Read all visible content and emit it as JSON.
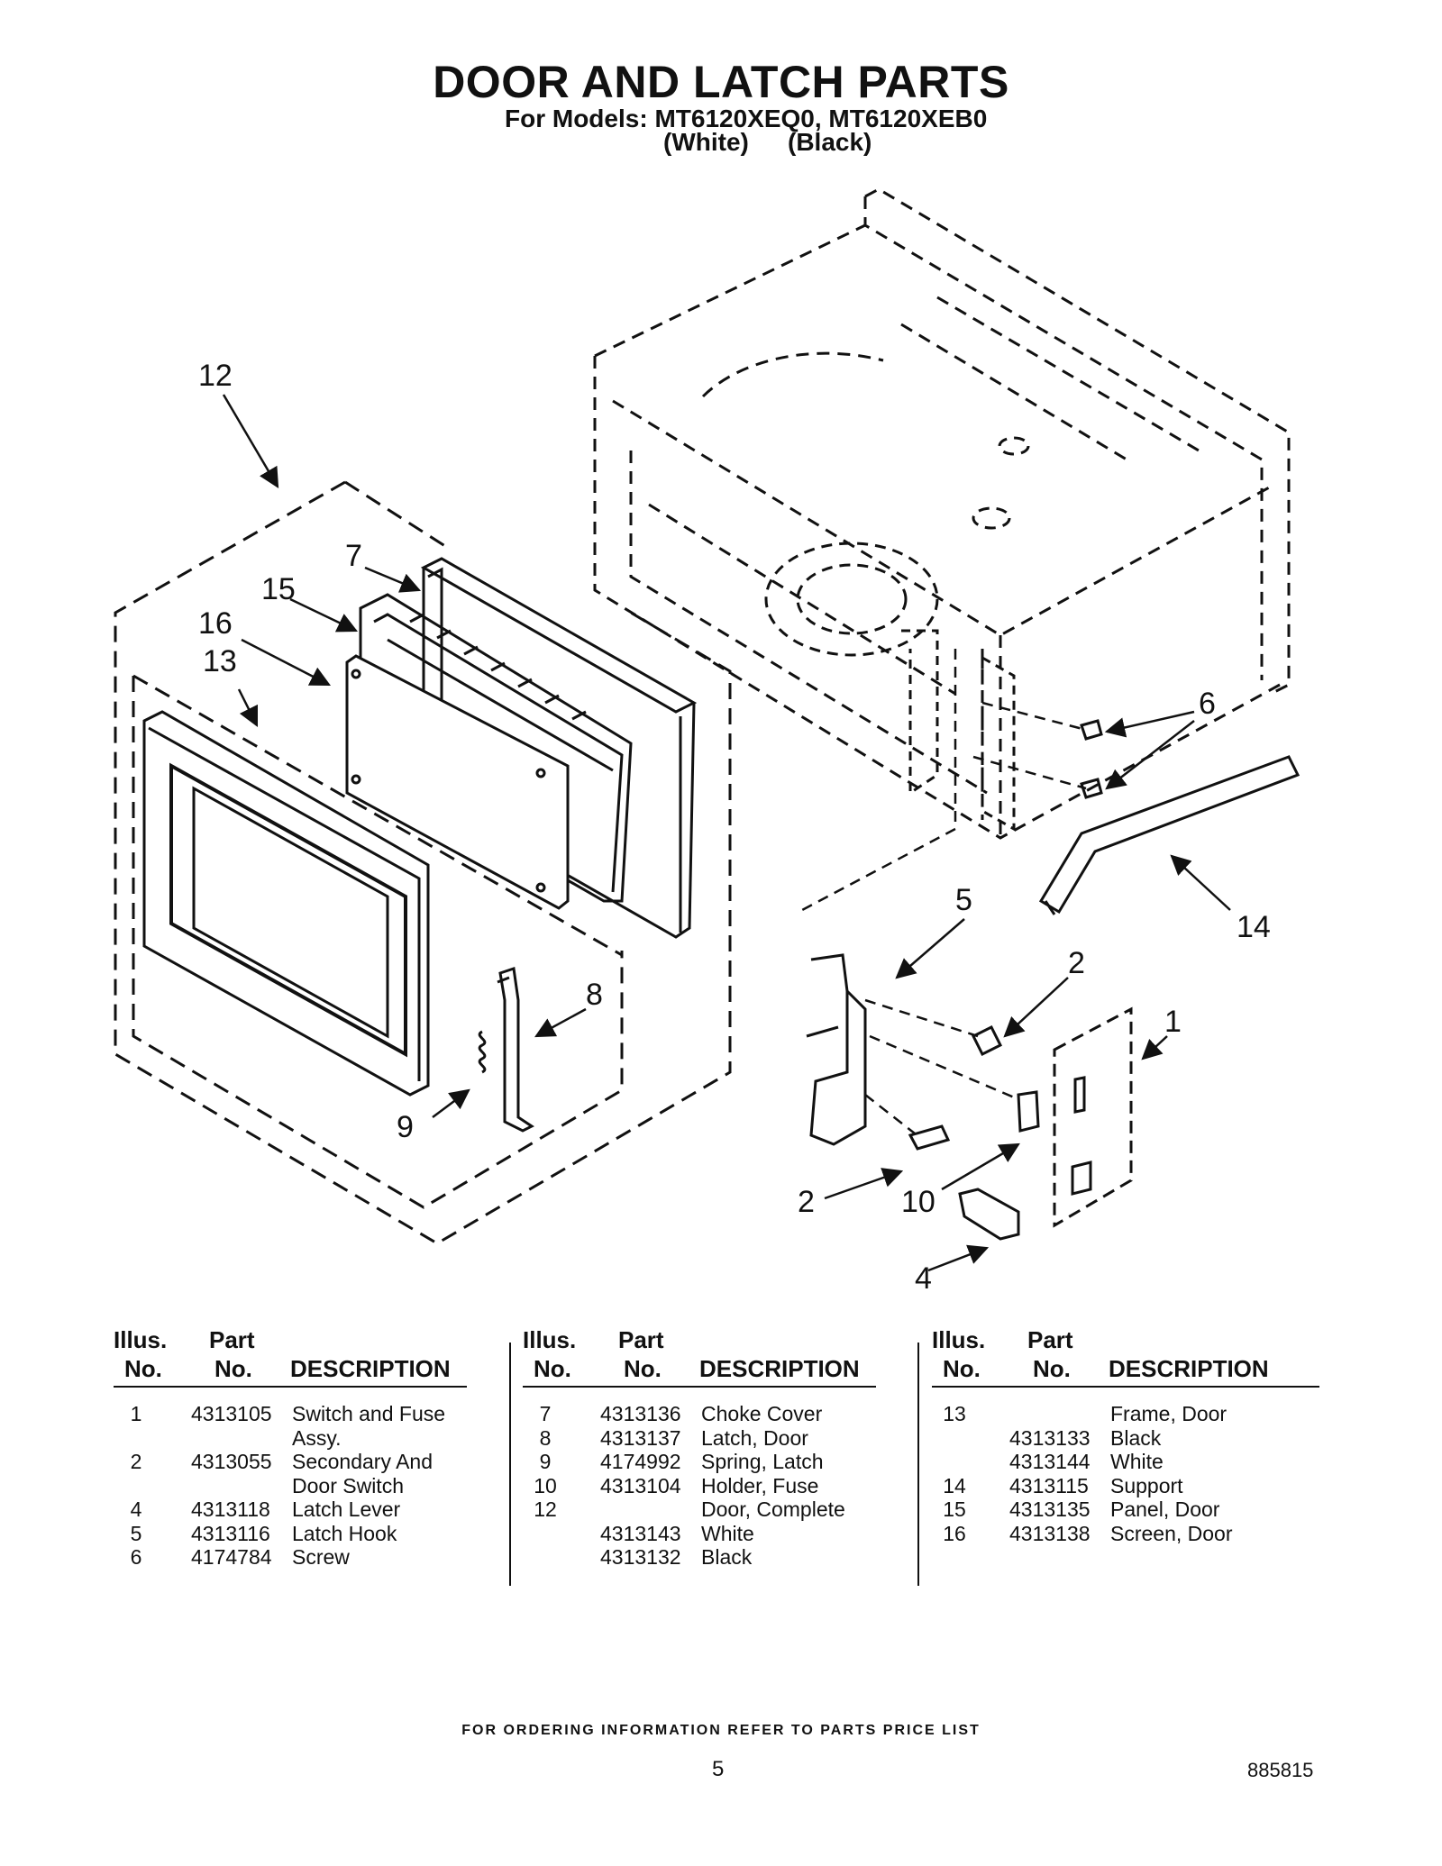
{
  "header": {
    "title": "DOOR AND LATCH PARTS",
    "models": "For Models: MT6120XEQ0, MT6120XEB0",
    "color_1": "(White)",
    "color_2": "(Black)"
  },
  "diagram": {
    "callouts": [
      "12",
      "7",
      "15",
      "16",
      "13",
      "6",
      "5",
      "14",
      "2",
      "1",
      "8",
      "9",
      "2",
      "10",
      "4"
    ]
  },
  "table": {
    "headers": {
      "illus_line1": "Illus.",
      "illus_line2": "No.",
      "part_line1": "Part",
      "part_line2": "No.",
      "description": "DESCRIPTION"
    },
    "columns": [
      [
        {
          "illus": "1",
          "part": "4313105",
          "desc": "Switch and Fuse"
        },
        {
          "illus": "",
          "part": "",
          "desc": "Assy."
        },
        {
          "illus": "2",
          "part": "4313055",
          "desc": "Secondary And"
        },
        {
          "illus": "",
          "part": "",
          "desc": "Door Switch"
        },
        {
          "illus": "4",
          "part": "4313118",
          "desc": "Latch Lever"
        },
        {
          "illus": "5",
          "part": "4313116",
          "desc": "Latch Hook"
        },
        {
          "illus": "6",
          "part": "4174784",
          "desc": "Screw"
        }
      ],
      [
        {
          "illus": "7",
          "part": "4313136",
          "desc": "Choke Cover"
        },
        {
          "illus": "8",
          "part": "4313137",
          "desc": "Latch, Door"
        },
        {
          "illus": "9",
          "part": "4174992",
          "desc": "Spring, Latch"
        },
        {
          "illus": "10",
          "part": "4313104",
          "desc": "Holder, Fuse"
        },
        {
          "illus": "12",
          "part": "",
          "desc": "Door, Complete"
        },
        {
          "illus": "",
          "part": "4313143",
          "desc": "White"
        },
        {
          "illus": "",
          "part": "4313132",
          "desc": "Black"
        }
      ],
      [
        {
          "illus": "13",
          "part": "",
          "desc": "Frame, Door"
        },
        {
          "illus": "",
          "part": "4313133",
          "desc": "Black"
        },
        {
          "illus": "",
          "part": "4313144",
          "desc": "White"
        },
        {
          "illus": "14",
          "part": "4313115",
          "desc": "Support"
        },
        {
          "illus": "15",
          "part": "4313135",
          "desc": "Panel, Door"
        },
        {
          "illus": "16",
          "part": "4313138",
          "desc": "Screen, Door"
        }
      ]
    ]
  },
  "footer": {
    "ordering_note": "FOR ORDERING INFORMATION REFER TO PARTS PRICE LIST",
    "page_number": "5",
    "document_number": "885815"
  }
}
